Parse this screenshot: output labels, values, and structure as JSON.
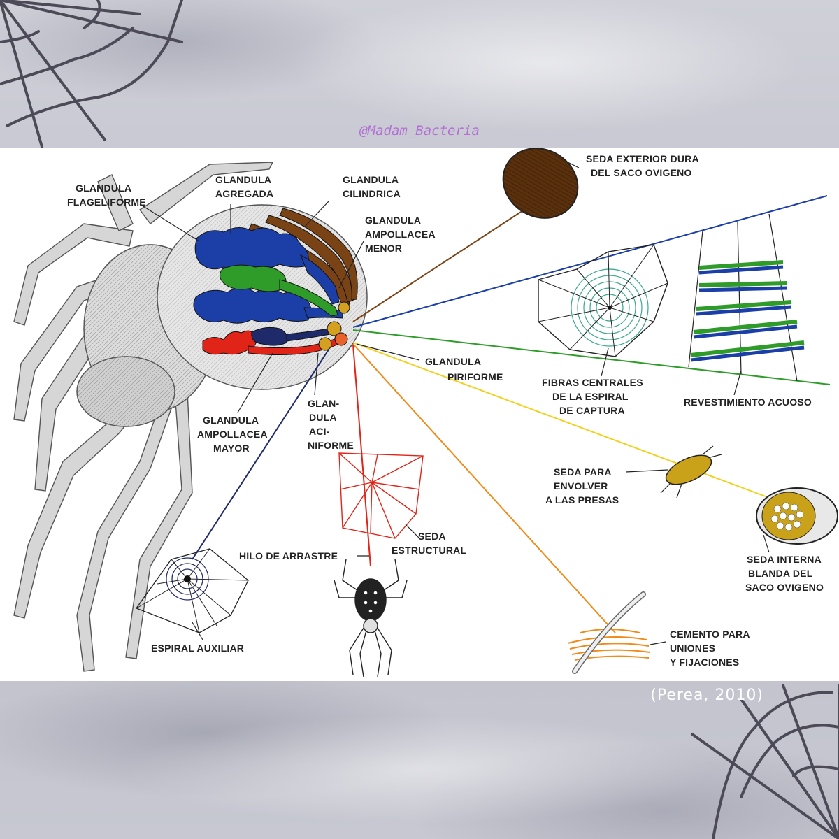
{
  "watermark": "@Madam_Bacteria",
  "citation": "(Perea, 2010)",
  "colors": {
    "blue": "#1b3fa6",
    "green": "#2f9c2a",
    "red": "#e02518",
    "brown": "#7a4315",
    "navy": "#1f2a6b",
    "yellow": "#f0d21e",
    "orange": "#f08a18",
    "teal": "#3aa88f"
  },
  "labels": {
    "flageliforme": [
      "GLANDULA",
      "FLAGELIFORME"
    ],
    "agregada": [
      "GLANDULA",
      "AGREGADA"
    ],
    "cilindrica": [
      "GLANDULA",
      "CILINDRICA"
    ],
    "ampollacea_menor": [
      "GLANDULA",
      "AMPOLLACEA",
      "MENOR"
    ],
    "seda_exterior": [
      "SEDA EXTERIOR DURA",
      "DEL SACO OVIGENO"
    ],
    "piriforme": [
      "GLANDULA",
      "PIRIFORME"
    ],
    "fibras_centrales": [
      "FIBRAS CENTRALES",
      "DE LA ESPIRAL",
      "DE CAPTURA"
    ],
    "revestimiento": "REVESTIMIENTO ACUOSO",
    "aciniforme": [
      "GLAN-",
      "DULA",
      "ACI-",
      "NIFORME"
    ],
    "ampollacea_mayor": [
      "GLANDULA",
      "AMPOLLACEA",
      "MAYOR"
    ],
    "seda_presas": [
      "SEDA PARA",
      "ENVOLVER",
      "A LAS PRESAS"
    ],
    "seda_interna": [
      "SEDA INTERNA",
      "BLANDA DEL",
      "SACO OVIGENO"
    ],
    "seda_estructural": [
      "SEDA",
      "ESTRUCTURAL"
    ],
    "hilo_arrastre": "HILO DE ARRASTRE",
    "espiral_auxiliar": "ESPIRAL AUXILIAR",
    "cemento": [
      "CEMENTO PARA",
      "UNIONES",
      "Y FIJACIONES"
    ]
  }
}
